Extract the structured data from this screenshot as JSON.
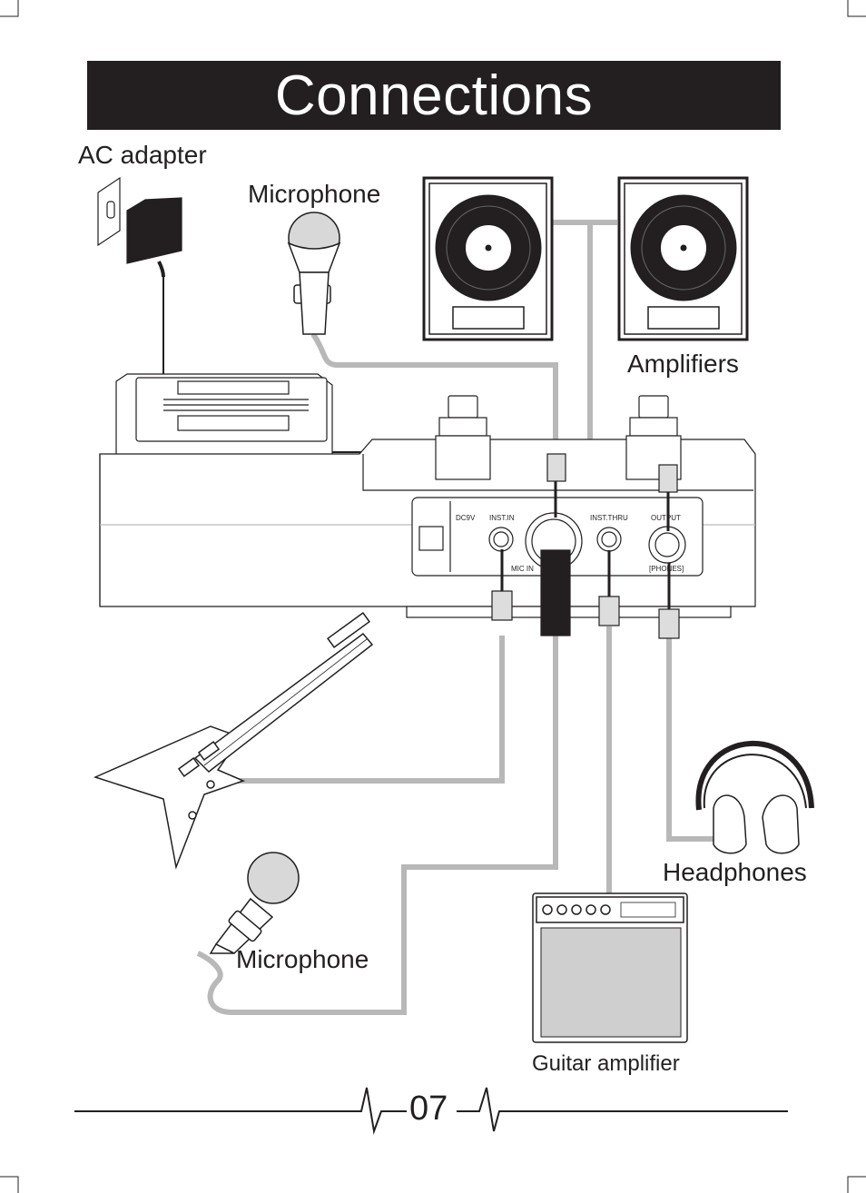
{
  "header": {
    "title": "Connections"
  },
  "labels": {
    "ac_adapter": "AC adapter",
    "microphone_top": "Microphone",
    "amplifiers": "Amplifiers",
    "headphones": "Headphones",
    "microphone_bottom": "Microphone",
    "guitar_amplifier": "Guitar amplifier"
  },
  "jack_panel": {
    "dc": "DC9V",
    "inst_in": "INST.IN",
    "mic_in": "MIC  IN",
    "inst_thru": "INST.THRU",
    "output": "OUTPUT",
    "phones": "[PHONES]"
  },
  "footer": {
    "page_number": "07"
  },
  "colors": {
    "ink": "#231f20",
    "cable": "#b8b8b8",
    "title_bg": "#231f20"
  }
}
